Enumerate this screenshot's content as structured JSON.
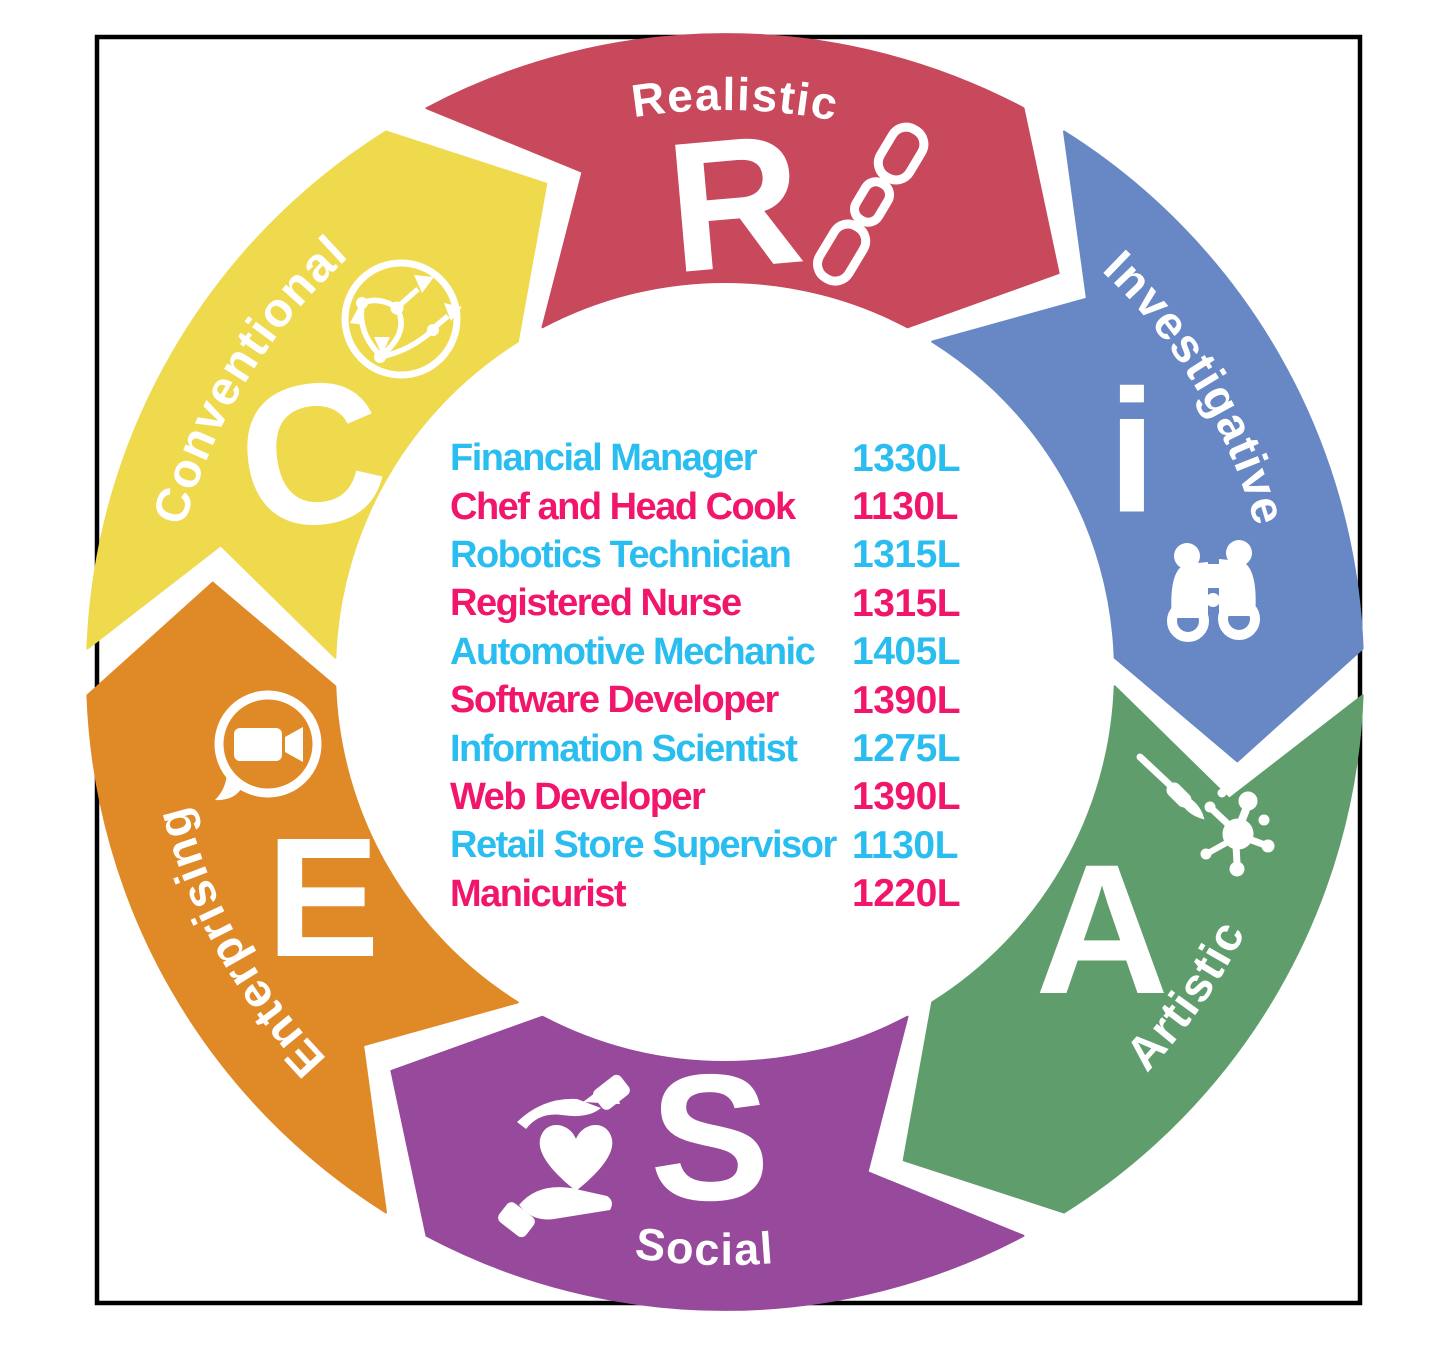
{
  "canvas": {
    "background": "#ffffff",
    "ink": "#ffffff"
  },
  "frame": {
    "color": "#000000"
  },
  "segments": [
    {
      "name": "Realistic",
      "letter": "R",
      "color": "#c8485c",
      "icon": "chain-icon"
    },
    {
      "name": "Investigative",
      "letter": "i",
      "color": "#6787c5",
      "icon": "binoculars-icon"
    },
    {
      "name": "Artistic",
      "letter": "A",
      "color": "#5f9e6c",
      "icon": "paint-splatter-icon"
    },
    {
      "name": "Social",
      "letter": "S",
      "color": "#97499c",
      "icon": "hands-heart-icon"
    },
    {
      "name": "Enterprising",
      "letter": "E",
      "color": "#e08927",
      "icon": "speech-bubble-video-icon"
    },
    {
      "name": "Conventional",
      "letter": "C",
      "color": "#efd94d",
      "icon": "globe-network-icon"
    }
  ],
  "careers": {
    "text_colors": {
      "cyan": "#2abdf0",
      "pink": "#f1156c"
    },
    "rows": [
      {
        "name": "Financial Manager",
        "lexile": "1330L",
        "color": "cyan"
      },
      {
        "name": "Chef and Head Cook",
        "lexile": "1130L",
        "color": "pink"
      },
      {
        "name": "Robotics Technician",
        "lexile": "1315L",
        "color": "cyan"
      },
      {
        "name": "Registered Nurse",
        "lexile": "1315L",
        "color": "pink"
      },
      {
        "name": "Automotive Mechanic",
        "lexile": "1405L",
        "color": "cyan"
      },
      {
        "name": "Software Developer",
        "lexile": "1390L",
        "color": "pink"
      },
      {
        "name": "Information Scientist",
        "lexile": "1275L",
        "color": "cyan"
      },
      {
        "name": "Web Developer",
        "lexile": "1390L",
        "color": "pink"
      },
      {
        "name": "Retail Store Supervisor",
        "lexile": "1130L",
        "color": "cyan"
      },
      {
        "name": "Manicurist",
        "lexile": "1220L",
        "color": "pink"
      }
    ]
  }
}
